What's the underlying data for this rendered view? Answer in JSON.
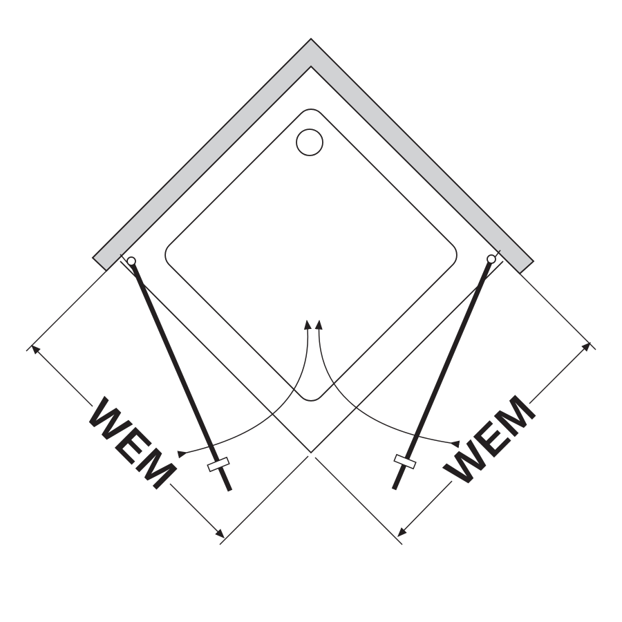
{
  "diagram": {
    "type": "shower-enclosure-plan",
    "left_dimension_label": "WEM",
    "right_dimension_label": "WEM",
    "colors": {
      "wall_fill": "#d1d2d4",
      "line": "#231f20",
      "background": "#ffffff"
    },
    "icons": [
      "drain-icon",
      "hinge-icon",
      "door-handle-icon",
      "swing-arrow-icon",
      "dimension-arrow-icon"
    ]
  }
}
